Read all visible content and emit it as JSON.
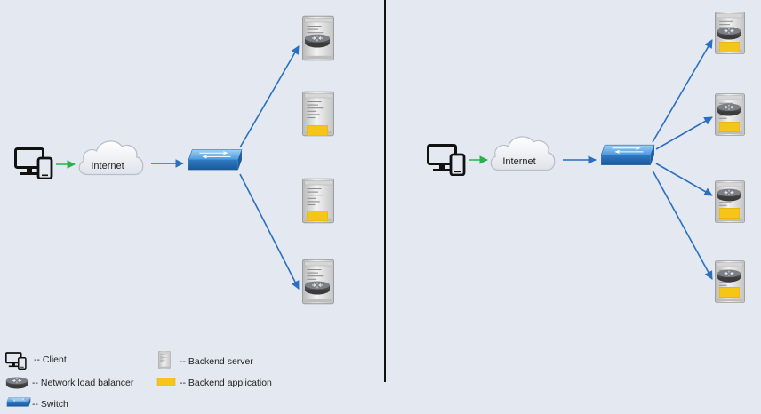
{
  "diagram": {
    "left": {
      "cloud_label": "Internet"
    },
    "right": {
      "cloud_label": "Internet"
    }
  },
  "legend": {
    "client": "-- Client",
    "nlb": "-- Network load balancer",
    "switch": "-- Switch",
    "backend_server": "-- Backend server",
    "backend_app": "-- Backend application"
  },
  "colors": {
    "background": "#e3e8f1",
    "green_arrow": "#27b34a",
    "blue_arrow": "#2a6fc0",
    "switch_blue": "#3d88d0",
    "app_yellow": "#f5c518",
    "divider": "#111111"
  }
}
